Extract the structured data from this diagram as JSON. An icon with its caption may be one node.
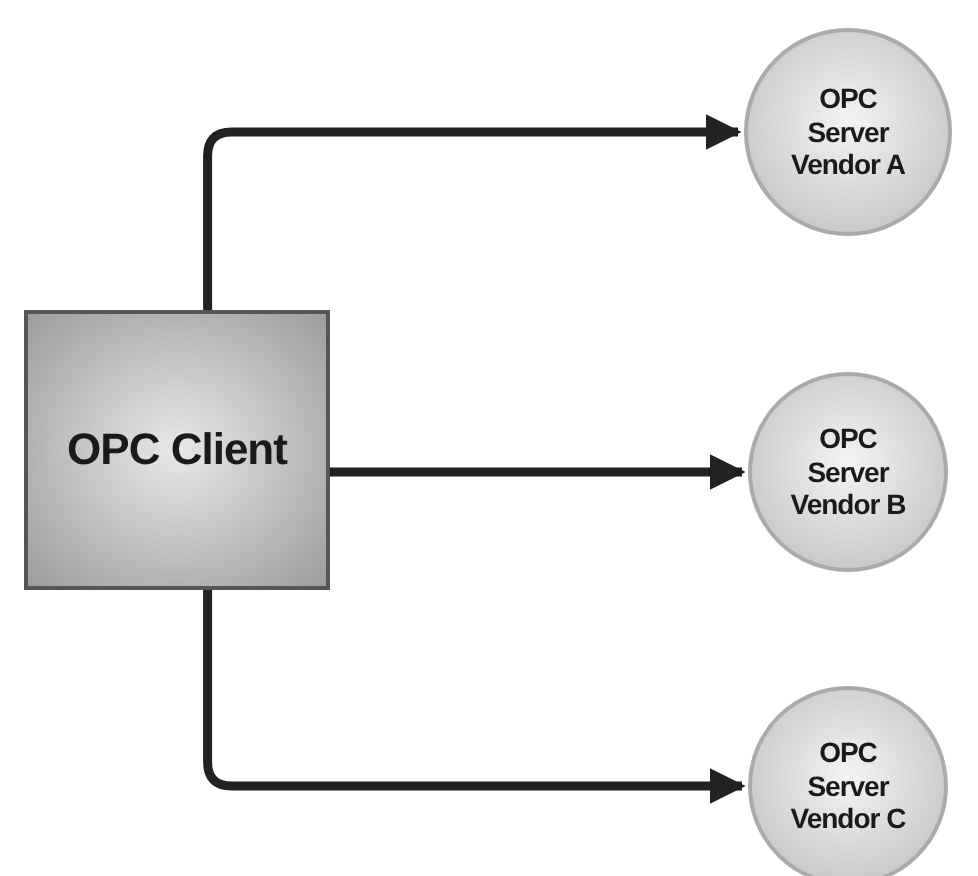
{
  "diagram": {
    "nodes": [
      {
        "text": [
          "OPC Client"
        ]
      },
      {
        "text": [
          "OPC Server Vendor A"
        ]
      },
      {
        "text": [
          "OPC Server Vendor B"
        ]
      },
      {
        "text": [
          "OPC Server Vendor C"
        ]
      }
    ],
    "edges": [
      {
        "from": 0,
        "to": 1,
        "arrow": "to"
      },
      {
        "from": 0,
        "to": 2,
        "arrow": "to"
      },
      {
        "from": 0,
        "to": 3,
        "arrow": "to"
      }
    ]
  }
}
